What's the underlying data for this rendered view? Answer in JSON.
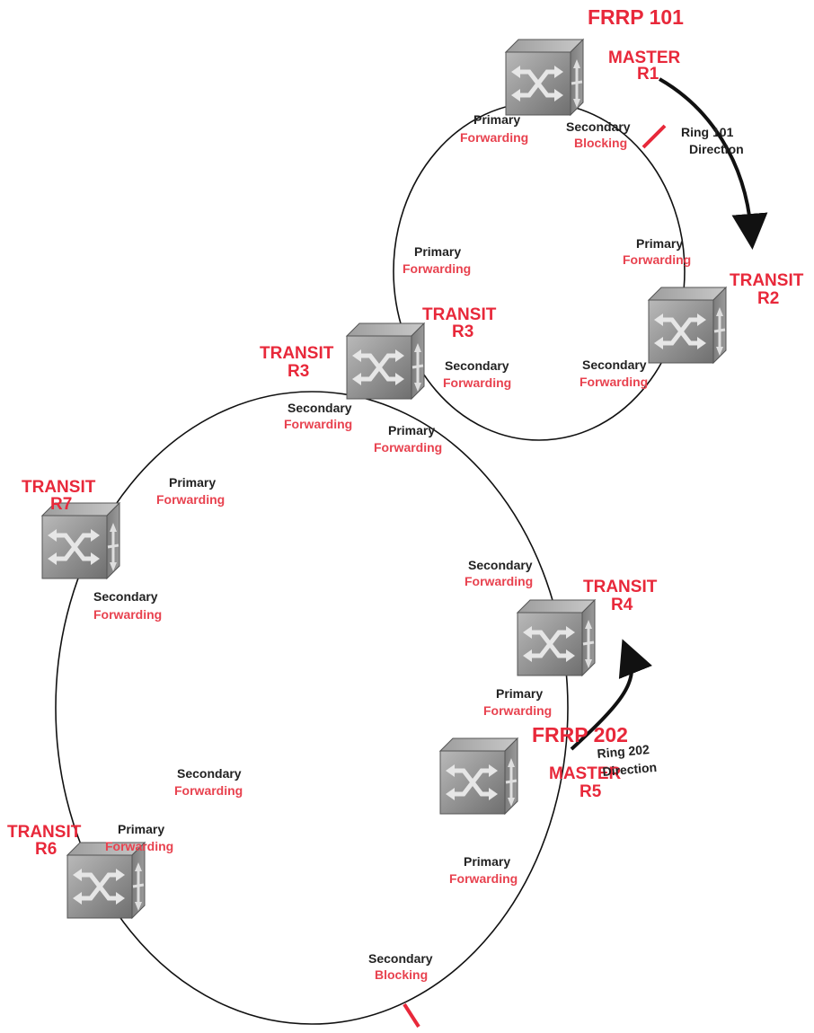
{
  "colors": {
    "role_red": "#e8283a",
    "state_red": "#e8424f",
    "text_dark": "#222222",
    "ring_line": "#111111",
    "switch_body": "#8a8a8a"
  },
  "icons": {
    "switch": "network-switch-cube-icon",
    "block_mark": "blocked-link-marker"
  },
  "rings": {
    "ring101": {
      "name": "FRRP 101",
      "direction_line1": "Ring 101",
      "direction_line2": "Direction"
    },
    "ring202": {
      "name": "FRRP 202",
      "direction_line1": "Ring 202",
      "direction_line2": "Direction"
    }
  },
  "nodes": {
    "r1": {
      "role": "MASTER",
      "id": "R1"
    },
    "r2": {
      "role": "TRANSIT",
      "id": "R2"
    },
    "r3_ring101": {
      "role": "TRANSIT",
      "id": "R3"
    },
    "r3_ring202": {
      "role": "TRANSIT",
      "id": "R3"
    },
    "r4": {
      "role": "TRANSIT",
      "id": "R4"
    },
    "r5": {
      "role": "MASTER",
      "id": "R5"
    },
    "r6": {
      "role": "TRANSIT",
      "id": "R6"
    },
    "r7": {
      "role": "TRANSIT",
      "id": "R7"
    }
  },
  "ports": {
    "r1_primary": {
      "port": "Primary",
      "state": "Forwarding"
    },
    "r1_secondary": {
      "port": "Secondary",
      "state": "Blocking"
    },
    "r2_primary": {
      "port": "Primary",
      "state": "Forwarding"
    },
    "r2_secondary": {
      "port": "Secondary",
      "state": "Forwarding"
    },
    "r3_101_primary": {
      "port": "Primary",
      "state": "Forwarding"
    },
    "r3_101_secondary": {
      "port": "Secondary",
      "state": "Forwarding"
    },
    "r3_202_secondary": {
      "port": "Secondary",
      "state": "Forwarding"
    },
    "r3_202_primary": {
      "port": "Primary",
      "state": "Forwarding"
    },
    "r7_primary": {
      "port": "Primary",
      "state": "Forwarding"
    },
    "r7_secondary": {
      "port": "Secondary",
      "state": "Forwarding"
    },
    "r4_secondary": {
      "port": "Secondary",
      "state": "Forwarding"
    },
    "r4_primary": {
      "port": "Primary",
      "state": "Forwarding"
    },
    "r6_primary": {
      "port": "Primary",
      "state": "Forwarding"
    },
    "r6_secondary": {
      "port": "Secondary",
      "state": "Forwarding"
    },
    "r5_primary": {
      "port": "Primary",
      "state": "Forwarding"
    },
    "r5_secondary": {
      "port": "Secondary",
      "state": "Blocking"
    }
  }
}
